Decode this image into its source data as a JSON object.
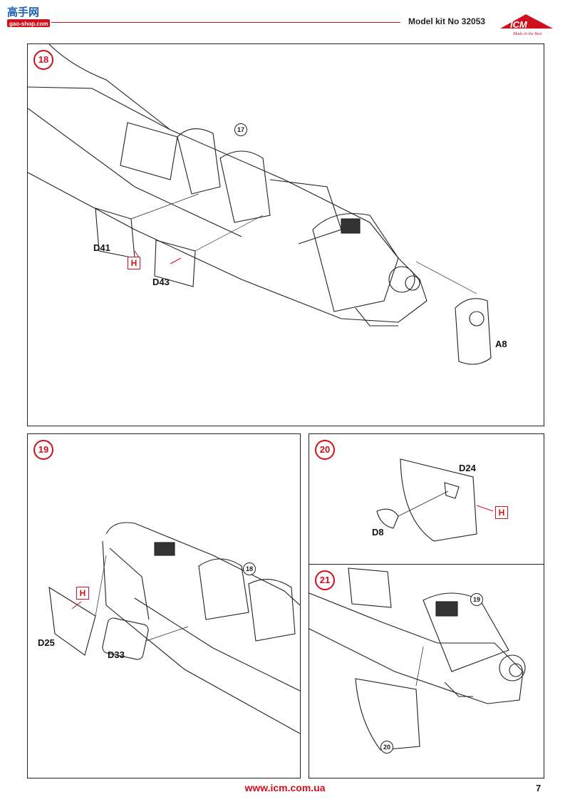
{
  "header": {
    "brand_top": "高手网",
    "brand_bottom": "gao-shop.com",
    "kit_title": "Model kit No 32053",
    "icm_logo": "ICM",
    "icm_slogan": "Made in the Best"
  },
  "steps": [
    {
      "number": "18",
      "ref": "17",
      "parts": [
        "D41",
        "D43",
        "A8"
      ],
      "paint": "H"
    },
    {
      "number": "19",
      "ref": "18",
      "parts": [
        "D25",
        "D33"
      ],
      "paint": "H"
    },
    {
      "number": "20",
      "parts": [
        "D24",
        "D8"
      ],
      "paint": "H"
    },
    {
      "number": "21",
      "ref": "19",
      "sub_ref": "20"
    }
  ],
  "footer": {
    "url": "www.icm.com.ua",
    "page_number": "7"
  },
  "colors": {
    "accent": "#d0101c",
    "line": "#222222"
  }
}
